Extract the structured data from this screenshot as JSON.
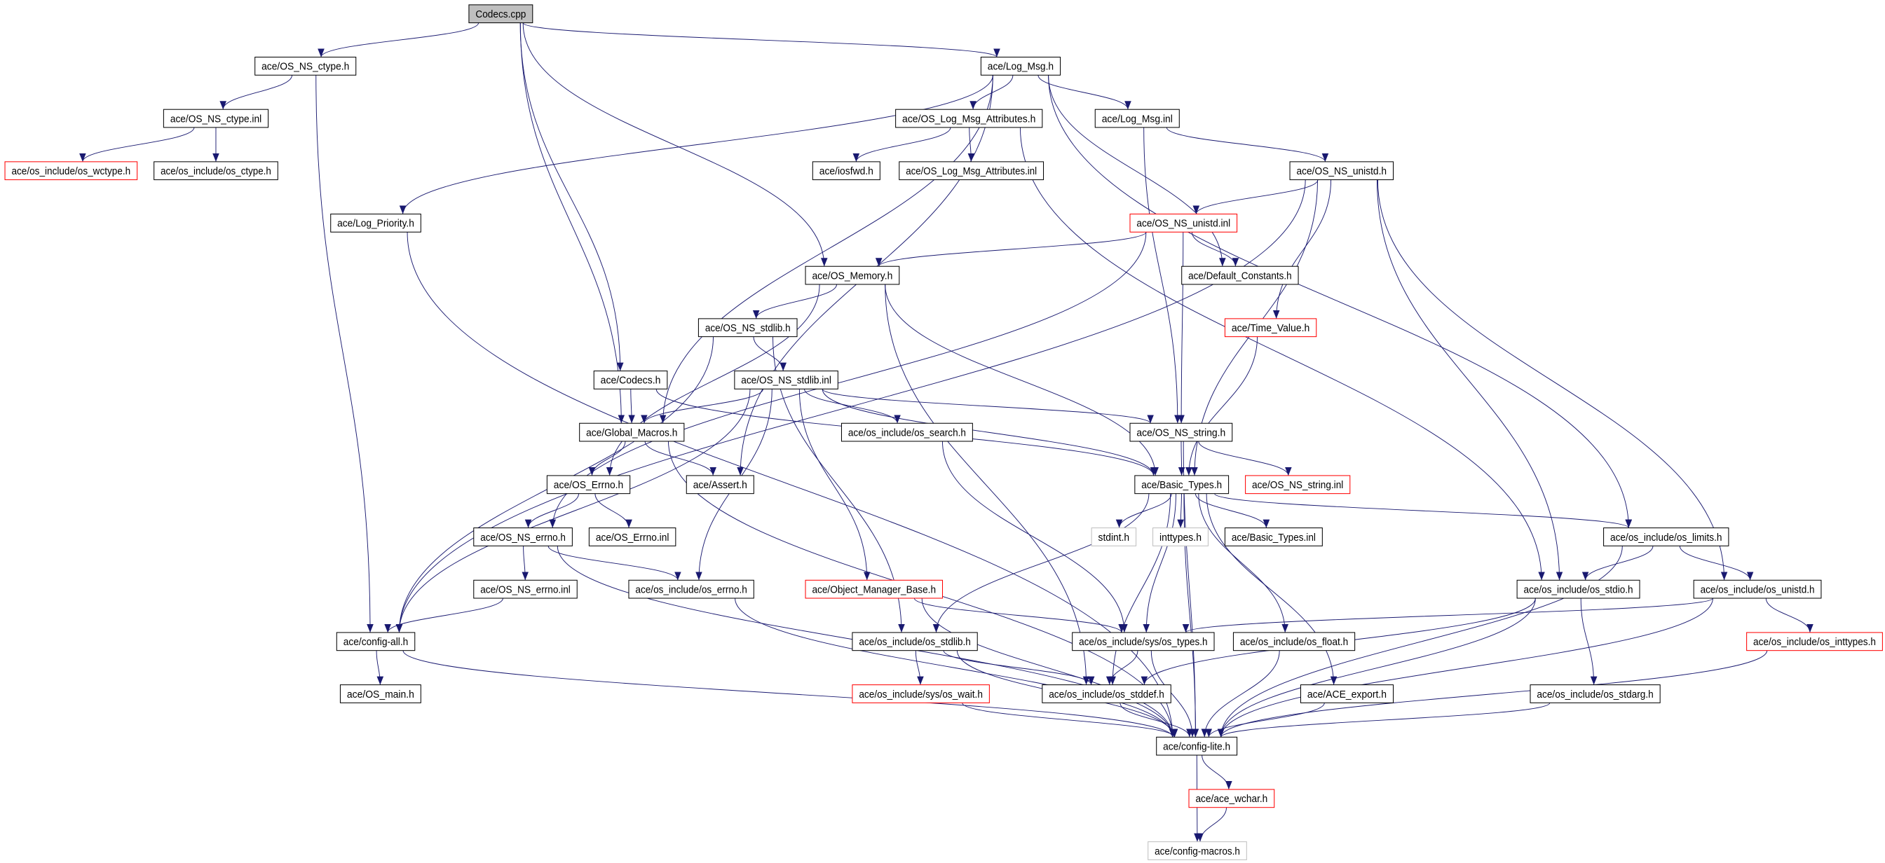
{
  "title": "Codecs.cpp include dependency graph",
  "colors": {
    "edge": "#191970",
    "root_fill": "#bfbfbf",
    "missing_border": "#ff0000",
    "undocumented_border": "#bfbfbf"
  },
  "nodes": [
    {
      "label": "Codecs.cpp",
      "style": "root"
    },
    {
      "label": "ace/OS_NS_ctype.h",
      "style": "normal"
    },
    {
      "label": "ace/Log_Msg.h",
      "style": "normal"
    },
    {
      "label": "ace/OS_NS_ctype.inl",
      "style": "normal"
    },
    {
      "label": "ace/OS_Log_Msg_Attributes.h",
      "style": "normal"
    },
    {
      "label": "ace/Log_Msg.inl",
      "style": "normal"
    },
    {
      "label": "ace/os_include/os_wctype.h",
      "style": "red"
    },
    {
      "label": "ace/os_include/os_ctype.h",
      "style": "normal"
    },
    {
      "label": "ace/iosfwd.h",
      "style": "normal"
    },
    {
      "label": "ace/OS_Log_Msg_Attributes.inl",
      "style": "normal"
    },
    {
      "label": "ace/OS_NS_unistd.h",
      "style": "normal"
    },
    {
      "label": "ace/Log_Priority.h",
      "style": "normal"
    },
    {
      "label": "ace/OS_NS_unistd.inl",
      "style": "red"
    },
    {
      "label": "ace/OS_Memory.h",
      "style": "normal"
    },
    {
      "label": "ace/Default_Constants.h",
      "style": "normal"
    },
    {
      "label": "ace/OS_NS_stdlib.h",
      "style": "normal"
    },
    {
      "label": "ace/Time_Value.h",
      "style": "red"
    },
    {
      "label": "ace/Codecs.h",
      "style": "normal"
    },
    {
      "label": "ace/OS_NS_stdlib.inl",
      "style": "normal"
    },
    {
      "label": "ace/Global_Macros.h",
      "style": "normal"
    },
    {
      "label": "ace/os_include/os_search.h",
      "style": "normal"
    },
    {
      "label": "ace/OS_NS_string.h",
      "style": "normal"
    },
    {
      "label": "ace/OS_Errno.h",
      "style": "normal"
    },
    {
      "label": "ace/Assert.h",
      "style": "normal"
    },
    {
      "label": "ace/Basic_Types.h",
      "style": "normal"
    },
    {
      "label": "ace/OS_NS_string.inl",
      "style": "red"
    },
    {
      "label": "ace/OS_NS_errno.h",
      "style": "normal"
    },
    {
      "label": "ace/OS_Errno.inl",
      "style": "normal"
    },
    {
      "label": "stdint.h",
      "style": "gray"
    },
    {
      "label": "inttypes.h",
      "style": "gray"
    },
    {
      "label": "ace/Basic_Types.inl",
      "style": "normal"
    },
    {
      "label": "ace/os_include/os_limits.h",
      "style": "normal"
    },
    {
      "label": "ace/OS_NS_errno.inl",
      "style": "normal"
    },
    {
      "label": "ace/os_include/os_errno.h",
      "style": "normal"
    },
    {
      "label": "ace/Object_Manager_Base.h",
      "style": "red"
    },
    {
      "label": "ace/os_include/os_stdio.h",
      "style": "normal"
    },
    {
      "label": "ace/os_include/os_unistd.h",
      "style": "normal"
    },
    {
      "label": "ace/config-all.h",
      "style": "normal"
    },
    {
      "label": "ace/os_include/os_stdlib.h",
      "style": "normal"
    },
    {
      "label": "ace/os_include/sys/os_types.h",
      "style": "normal"
    },
    {
      "label": "ace/os_include/os_float.h",
      "style": "normal"
    },
    {
      "label": "ace/os_include/os_inttypes.h",
      "style": "red"
    },
    {
      "label": "ace/OS_main.h",
      "style": "normal"
    },
    {
      "label": "ace/os_include/sys/os_wait.h",
      "style": "red"
    },
    {
      "label": "ace/os_include/os_stddef.h",
      "style": "normal"
    },
    {
      "label": "ace/ACE_export.h",
      "style": "normal"
    },
    {
      "label": "ace/os_include/os_stdarg.h",
      "style": "normal"
    },
    {
      "label": "ace/config-lite.h",
      "style": "normal"
    },
    {
      "label": "ace/ace_wchar.h",
      "style": "red"
    },
    {
      "label": "ace/config-macros.h",
      "style": "gray"
    }
  ],
  "edges": [
    [
      0,
      1
    ],
    [
      0,
      2
    ],
    [
      0,
      13
    ],
    [
      0,
      17
    ],
    [
      0,
      19
    ],
    [
      1,
      3
    ],
    [
      1,
      37
    ],
    [
      3,
      6
    ],
    [
      3,
      7
    ],
    [
      2,
      11
    ],
    [
      2,
      19
    ],
    [
      2,
      4
    ],
    [
      2,
      5
    ],
    [
      2,
      23
    ],
    [
      2,
      14
    ],
    [
      2,
      31
    ],
    [
      4,
      8
    ],
    [
      4,
      9
    ],
    [
      4,
      35
    ],
    [
      5,
      10
    ],
    [
      5,
      21
    ],
    [
      10,
      37
    ],
    [
      10,
      12
    ],
    [
      10,
      16
    ],
    [
      10,
      24
    ],
    [
      10,
      35
    ],
    [
      10,
      36
    ],
    [
      12,
      13
    ],
    [
      12,
      26
    ],
    [
      12,
      14
    ],
    [
      12,
      21
    ],
    [
      11,
      47
    ],
    [
      13,
      15
    ],
    [
      13,
      22
    ],
    [
      13,
      24
    ],
    [
      13,
      44
    ],
    [
      15,
      37
    ],
    [
      15,
      18
    ],
    [
      15,
      38
    ],
    [
      16,
      24
    ],
    [
      17,
      19
    ],
    [
      17,
      24
    ],
    [
      18,
      19
    ],
    [
      18,
      37
    ],
    [
      18,
      20
    ],
    [
      18,
      21
    ],
    [
      18,
      24
    ],
    [
      18,
      34
    ],
    [
      18,
      33
    ],
    [
      19,
      22
    ],
    [
      19,
      23
    ],
    [
      19,
      47
    ],
    [
      20,
      39
    ],
    [
      21,
      24
    ],
    [
      21,
      25
    ],
    [
      21,
      47
    ],
    [
      22,
      26
    ],
    [
      22,
      27
    ],
    [
      24,
      28
    ],
    [
      24,
      29
    ],
    [
      24,
      30
    ],
    [
      24,
      31
    ],
    [
      24,
      38
    ],
    [
      24,
      44
    ],
    [
      24,
      39
    ],
    [
      24,
      40
    ],
    [
      24,
      45
    ],
    [
      24,
      47
    ],
    [
      26,
      32
    ],
    [
      26,
      33
    ],
    [
      26,
      47
    ],
    [
      32,
      37
    ],
    [
      33,
      47
    ],
    [
      34,
      39
    ],
    [
      34,
      47
    ],
    [
      31,
      35
    ],
    [
      31,
      36
    ],
    [
      31,
      47
    ],
    [
      35,
      44
    ],
    [
      35,
      46
    ],
    [
      35,
      47
    ],
    [
      36,
      39
    ],
    [
      36,
      41
    ],
    [
      36,
      47
    ],
    [
      37,
      42
    ],
    [
      37,
      47
    ],
    [
      38,
      43
    ],
    [
      38,
      44
    ],
    [
      38,
      47
    ],
    [
      39,
      44
    ],
    [
      39,
      47
    ],
    [
      40,
      47
    ],
    [
      41,
      47
    ],
    [
      43,
      47
    ],
    [
      44,
      47
    ],
    [
      45,
      47
    ],
    [
      46,
      47
    ],
    [
      47,
      48
    ],
    [
      47,
      49
    ],
    [
      48,
      49
    ]
  ]
}
